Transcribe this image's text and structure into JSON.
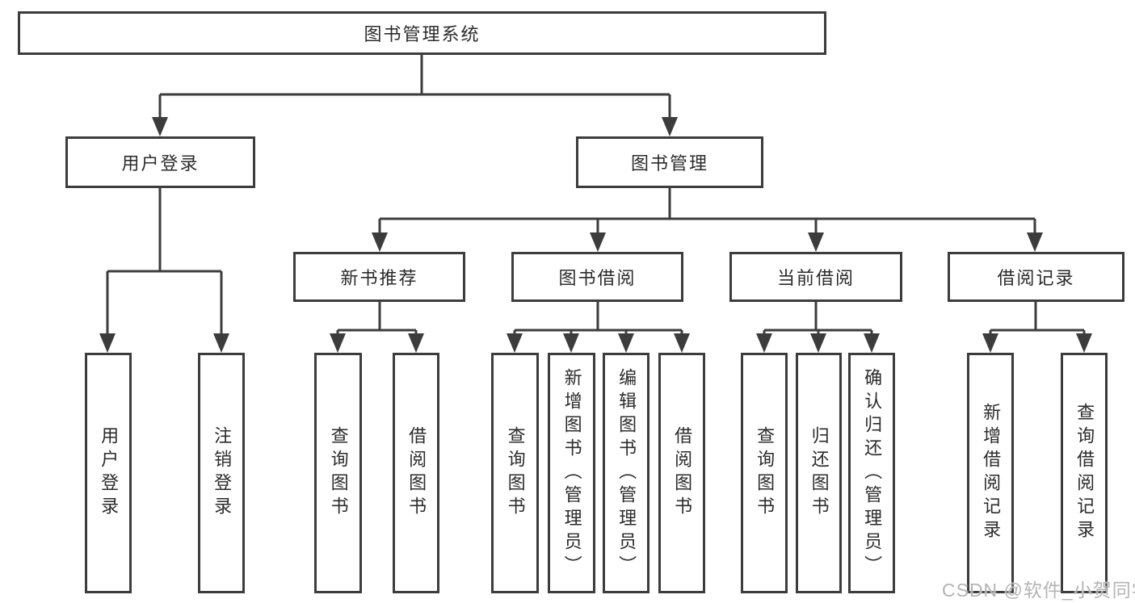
{
  "tree": {
    "root": {
      "label": "图书管理系统",
      "children": [
        {
          "label": "用户登录",
          "children": [
            {
              "label": "用户登录"
            },
            {
              "label": "注销登录"
            }
          ]
        },
        {
          "label": "图书管理",
          "children": [
            {
              "label": "新书推荐",
              "children": [
                {
                  "label": "查询图书"
                },
                {
                  "label": "借阅图书"
                }
              ]
            },
            {
              "label": "图书借阅",
              "children": [
                {
                  "label": "查询图书"
                },
                {
                  "label": "新增图书（管理员）"
                },
                {
                  "label": "编辑图书（管理员）"
                },
                {
                  "label": "借阅图书"
                }
              ]
            },
            {
              "label": "当前借阅",
              "children": [
                {
                  "label": "查询图书"
                },
                {
                  "label": "归还图书"
                },
                {
                  "label": "确认归还（管理员）"
                }
              ]
            },
            {
              "label": "借阅记录",
              "children": [
                {
                  "label": "新增借阅记录"
                },
                {
                  "label": "查询借阅记录"
                }
              ]
            }
          ]
        }
      ]
    }
  },
  "watermark": {
    "text": "CSDN @软件_小贺同学"
  },
  "colors": {
    "line": "#3c3c3c",
    "box_border": "#3c3c3c",
    "text": "#2b2b2b",
    "watermark": "#b4b4b4",
    "background": "#ffffff"
  }
}
